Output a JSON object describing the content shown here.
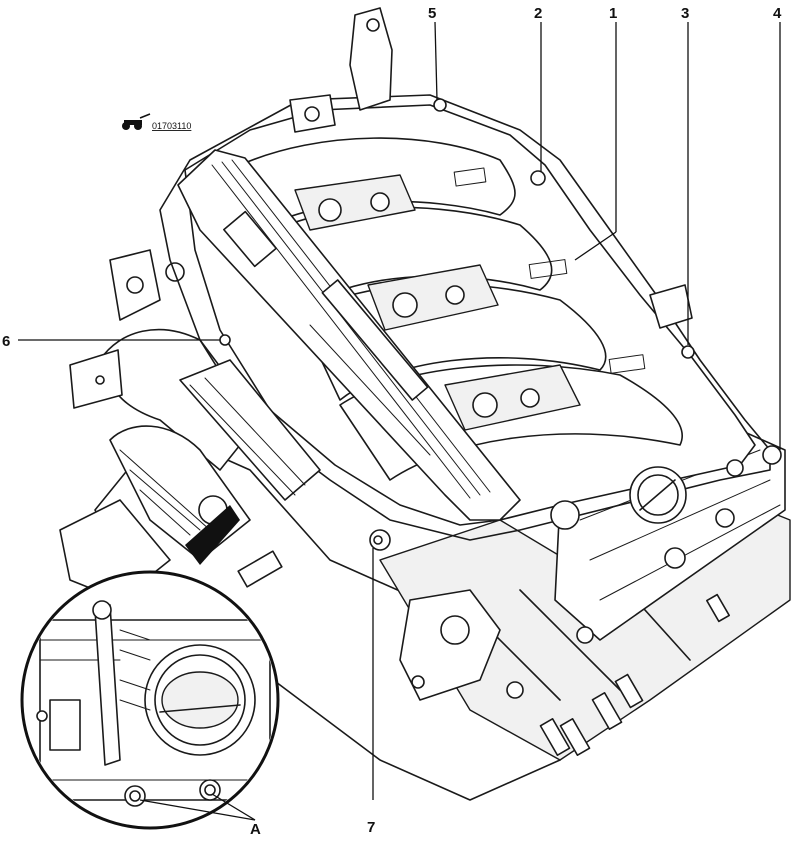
{
  "figure": {
    "code_label": "01703110",
    "callouts": [
      "5",
      "2",
      "1",
      "3",
      "4",
      "6",
      "7",
      "A"
    ]
  }
}
